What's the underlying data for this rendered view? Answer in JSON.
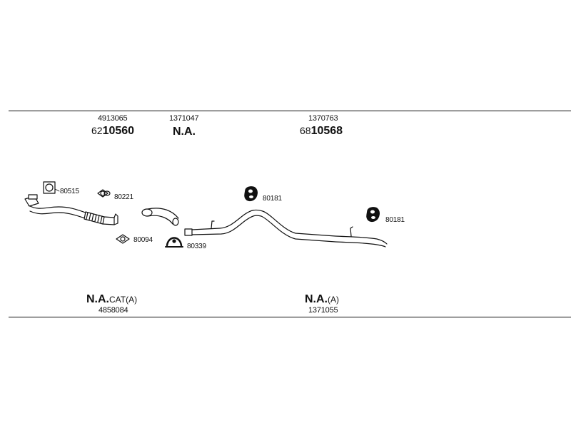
{
  "header": {
    "col1": {
      "code": "4913065",
      "main_prefix": "62",
      "main_bold": "10560"
    },
    "col2": {
      "code": "1371047",
      "main": "N.A."
    },
    "col3": {
      "code": "1370763",
      "main_prefix": "68",
      "main_bold": "10568"
    }
  },
  "parts": {
    "gasket_1": "80515",
    "clamp_1": "80221",
    "gasket_2": "80094",
    "clamp_2": "80339",
    "hanger_1": "80181",
    "hanger_2": "80181"
  },
  "footer": {
    "col1": {
      "main": "N.A.",
      "suffix": "CAT(A)",
      "code": "4858084"
    },
    "col2": {
      "main": "N.A.",
      "suffix": "(A)",
      "code": "1371055"
    }
  }
}
